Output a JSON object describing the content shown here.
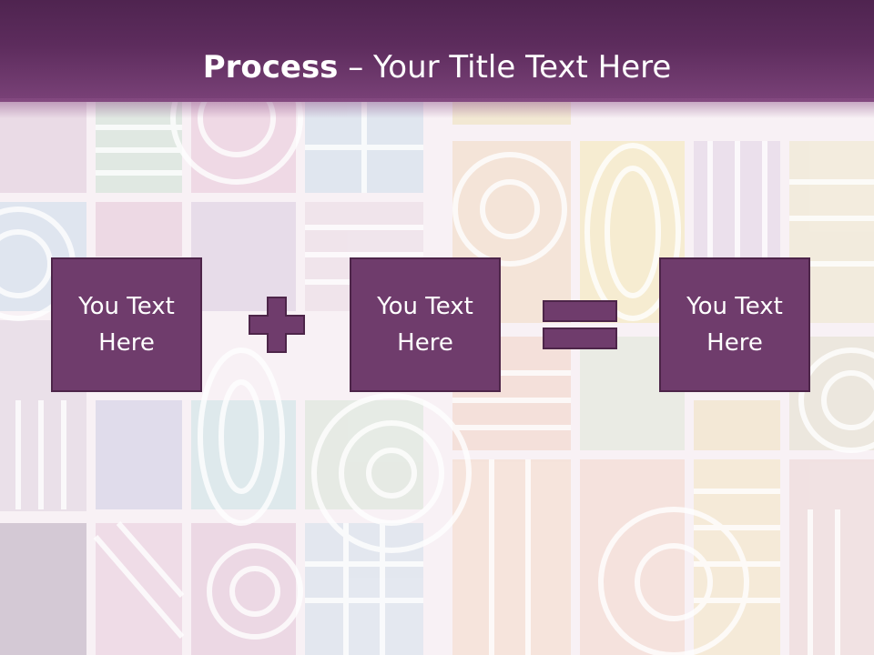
{
  "slide": {
    "title_bold": "Process",
    "title_rest": " – Your Title Text Here"
  },
  "process": {
    "boxes": [
      {
        "label": "You Text Here"
      },
      {
        "label": "You Text Here"
      },
      {
        "label": "You Text Here"
      }
    ],
    "operators": [
      "plus-icon",
      "equals-icon"
    ]
  },
  "colors": {
    "header": "#5d2c5d",
    "box_fill": "#6f3c6c",
    "box_border": "#4d2549",
    "title_text": "#ffffff"
  }
}
